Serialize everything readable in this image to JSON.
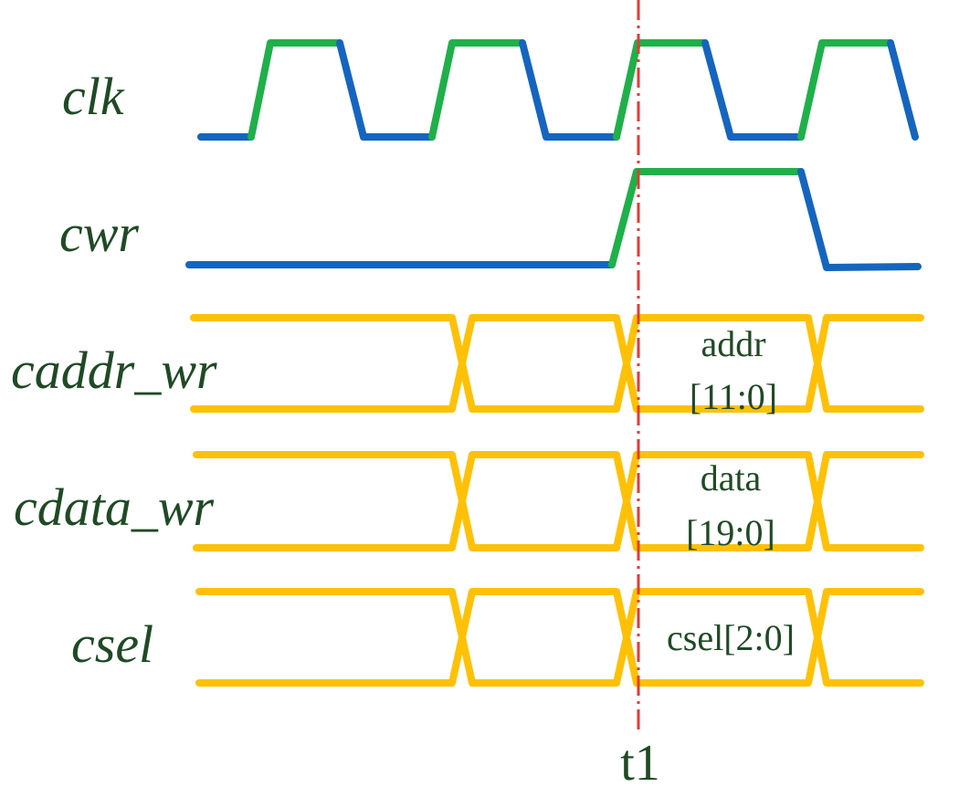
{
  "signals": {
    "clk": "clk",
    "cwr": "cwr",
    "caddr_wr": "caddr_wr",
    "cdata_wr": "cdata_wr",
    "csel": "csel"
  },
  "bus_values": {
    "addr_line1": "addr",
    "addr_line2": "[11:0]",
    "data_line1": "data",
    "data_line2": "[19:0]",
    "csel_value": "csel[2:0]"
  },
  "marker": {
    "label": "t1"
  },
  "colors": {
    "low_level": "#1565c0",
    "high_level": "#1fb04a",
    "bus": "#ffc107",
    "marker": "#e53935",
    "text": "#1f4a25"
  }
}
